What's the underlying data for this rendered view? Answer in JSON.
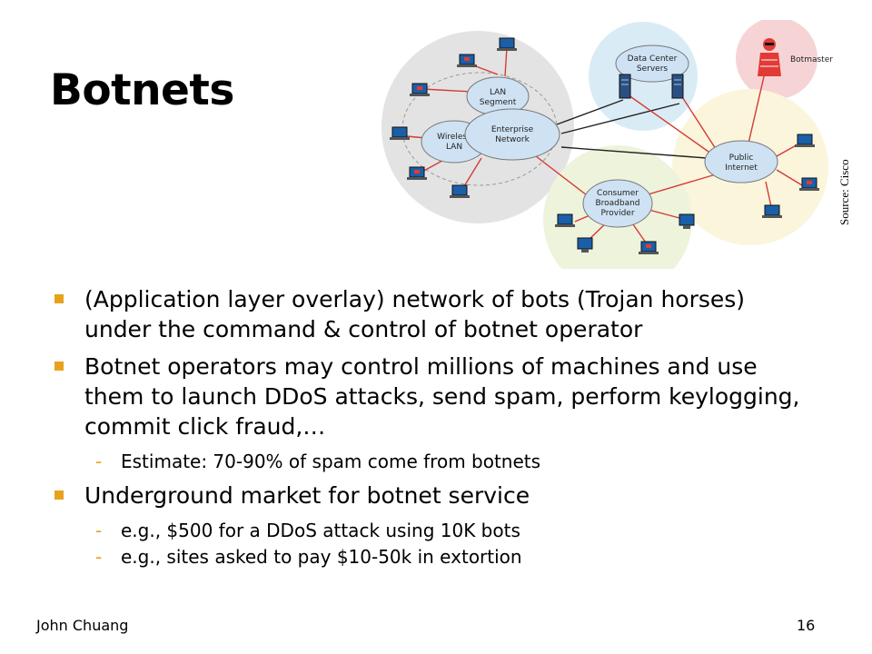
{
  "slide": {
    "title": "Botnets",
    "source": "Source: Cisco",
    "footer_author": "John Chuang",
    "page_number": "16"
  },
  "diagram": {
    "labels": {
      "lan": [
        "LAN",
        "Segment"
      ],
      "wireless": [
        "Wireless",
        "LAN"
      ],
      "enterprise": [
        "Enterprise",
        "Network"
      ],
      "datacenter": [
        "Data Center",
        "Servers"
      ],
      "botmaster": "Botmaster",
      "public": [
        "Public",
        "Internet"
      ],
      "consumer": [
        "Consumer",
        "Broadband",
        "Provider"
      ]
    },
    "colors": {
      "enterprise_zone": "#e3e3e3",
      "datacenter_zone": "#d9ecf5",
      "botmaster_zone": "#f6d4d6",
      "internet_zone": "#fbf5dc",
      "consumer_zone": "#eef3dc",
      "cloud": "#cfe2f3",
      "link_red": "#d43a36",
      "link_black": "#222222",
      "laptop": "#1a5fa8",
      "botmaster_figure": "#e23a36"
    }
  },
  "bullets": [
    {
      "text": "(Application layer overlay) network of bots (Trojan horses) under the command & control of botnet operator",
      "sub": []
    },
    {
      "text": "Botnet operators may control millions of machines and use them to launch DDoS attacks, send spam, perform keylogging, commit click fraud,…",
      "sub": [
        "Estimate: 70-90% of spam come from botnets"
      ]
    },
    {
      "text": "Underground market for botnet service",
      "sub": [
        "e.g., $500 for a DDoS attack using 10K bots",
        "e.g., sites asked to pay $10-50k in extortion"
      ]
    }
  ]
}
